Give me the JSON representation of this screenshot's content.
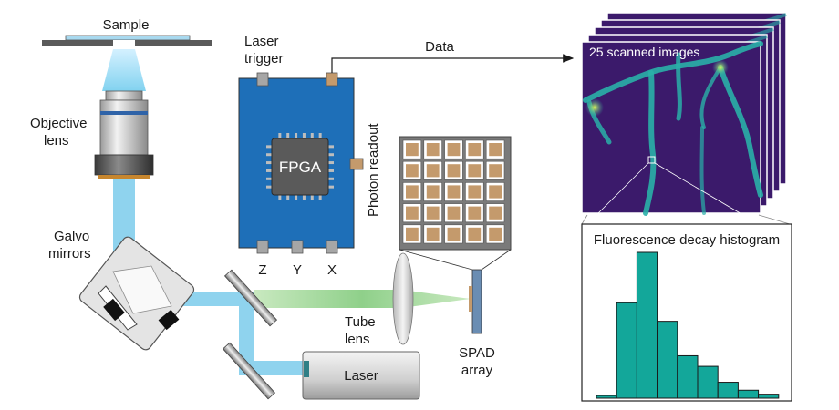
{
  "labels": {
    "sample": "Sample",
    "objective_1": "Objective",
    "objective_2": "lens",
    "galvo_1": "Galvo",
    "galvo_2": "mirrors",
    "laser_trigger_1": "Laser",
    "laser_trigger_2": "trigger",
    "fpga": "FPGA",
    "photon_readout": "Photon readout",
    "pin_z": "Z",
    "pin_y": "Y",
    "pin_x": "X",
    "data": "Data",
    "tube_lens_1": "Tube",
    "tube_lens_2": "lens",
    "spad_1": "SPAD",
    "spad_2": "array",
    "laser": "Laser",
    "scanned_images": "25 scanned images",
    "histogram_title": "Fluorescence decay histogram"
  },
  "colors": {
    "fpga_board": "#1e6fb8",
    "chip": "#5a5a5a",
    "excitation_beam": "#8fd3ee",
    "emission_beam": "#9fd49a",
    "spad_pixel": "#c49a6c",
    "histogram_bar": "#13a79a",
    "image_background": "#3b1a6b",
    "image_vessel": "#2ab0a8"
  },
  "spad_grid": {
    "rows": 5,
    "cols": 5
  },
  "scanned_stack_count": 5,
  "chart_data": {
    "type": "bar",
    "title": "Fluorescence decay histogram",
    "values": [
      2,
      72,
      110,
      58,
      32,
      24,
      12,
      6,
      3
    ]
  }
}
